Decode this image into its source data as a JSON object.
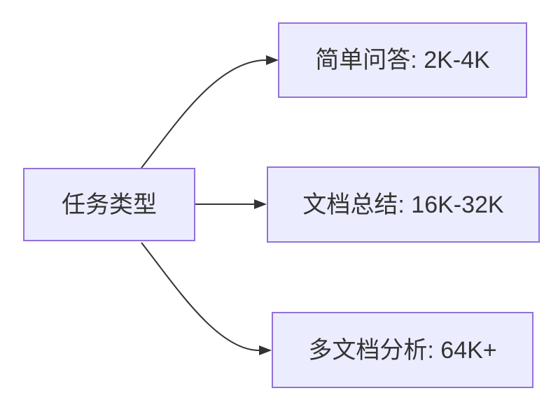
{
  "diagram": {
    "type": "flowchart-lr",
    "root": {
      "label": "任务类型"
    },
    "branches": [
      {
        "label": "简单问答: 2K-4K"
      },
      {
        "label": "文档总结: 16K-32K"
      },
      {
        "label": "多文档分析: 64K+"
      }
    ],
    "colors": {
      "background": "#FFFFFF",
      "node_fill": "#ECECFF",
      "node_border": "#9370DB",
      "edge": "#333333",
      "text": "#333333"
    }
  }
}
